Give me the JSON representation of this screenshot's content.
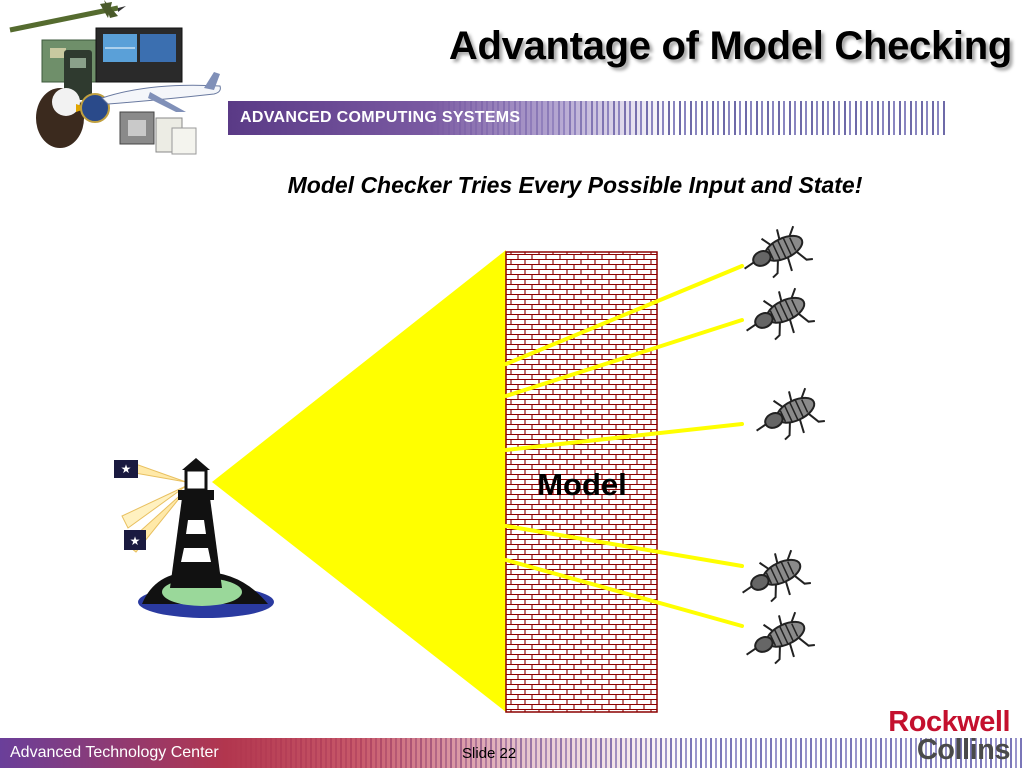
{
  "slide": {
    "title": "Advantage of Model Checking",
    "banner": "ADVANCED COMPUTING SYSTEMS",
    "subtitle": "Model Checker Tries Every Possible Input and State!"
  },
  "diagram": {
    "model_label": "Model",
    "colors": {
      "beam": "#ffff00",
      "brick_mortar": "#8b0000",
      "brick_fill": "#ffffff"
    }
  },
  "footer": {
    "left": "Advanced Technology Center",
    "slide_number": "Slide 22"
  },
  "logo": {
    "line1": "Rockwell",
    "line2": "Collins"
  }
}
